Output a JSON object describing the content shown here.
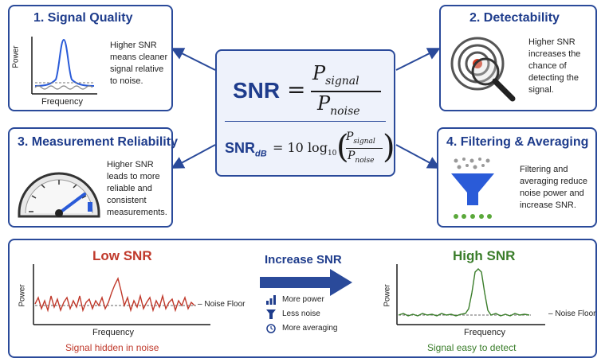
{
  "center": {
    "snr_label": "SNR",
    "equals": "=",
    "p": "P",
    "signal_sub": "signal",
    "noise_sub": "noise",
    "snr_db_label": "SNR",
    "db_sub": "dB",
    "ten_log": "= 10 log",
    "log_base": "10"
  },
  "box1": {
    "title": "1. Signal Quality",
    "desc_lines": [
      "Higher SNR",
      "means cleaner",
      "signal relative",
      "to noise."
    ],
    "ylabel": "Power",
    "xlabel": "Frequency"
  },
  "box2": {
    "title": "2. Detectability",
    "desc_lines": [
      "Higher SNR",
      "increases the",
      "chance of",
      "detecting the",
      "signal."
    ]
  },
  "box3": {
    "title": "3. Measurement Reliability",
    "desc_lines": [
      "Higher SNR",
      "leads to more",
      "reliable and",
      "consistent",
      "measurements."
    ]
  },
  "box4": {
    "title": "4. Filtering & Averaging",
    "desc_lines": [
      "Filtering and",
      "averaging reduce",
      "noise power and",
      "increase SNR."
    ]
  },
  "bottom": {
    "low_title": "Low SNR",
    "low_ylabel": "Power",
    "low_xlabel": "Frequency",
    "noise_floor": "Noise Floor",
    "low_caption": "Signal hidden in noise",
    "increase_title": "Increase SNR",
    "legend": [
      "More power",
      "Less noise",
      "More averaging"
    ],
    "high_title": "High SNR",
    "high_ylabel": "Power",
    "high_xlabel": "Frequency",
    "high_caption": "Signal easy to detect"
  },
  "colors": {
    "accent": "#1e3c8c",
    "low": "#c0392b",
    "high": "#3a7d2a"
  }
}
